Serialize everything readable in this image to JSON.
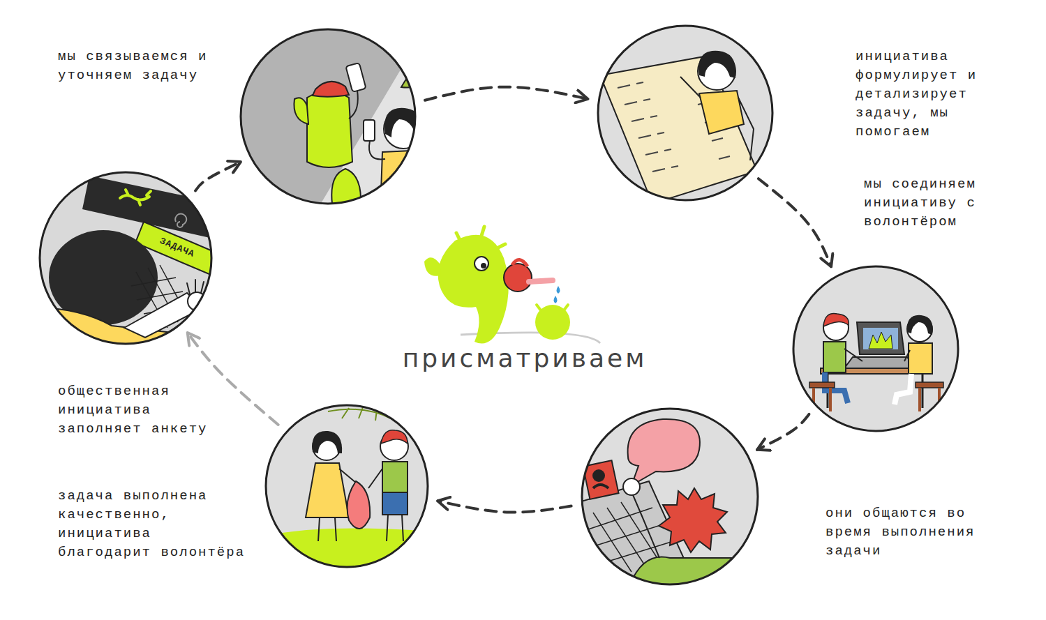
{
  "diagram": {
    "title": "присматриваем",
    "nodes": [
      {
        "text": [
          "общественная инициатива заполняет анкету",
          "ЗАДАЧА"
        ]
      },
      {
        "text": [
          "мы связываемся и уточняем задачу"
        ]
      },
      {
        "text": [
          "инициатива формулирует и детализирует задачу, мы помогаем"
        ]
      },
      {
        "text": [
          "мы соединяем инициативу с волонтёром"
        ]
      },
      {
        "text": [
          "они общаются во время выполнения задачи"
        ]
      },
      {
        "text": [
          "задача выполнена качественно, инициатива благодарит волонтёра"
        ]
      }
    ],
    "edges": [
      {
        "from": 0,
        "to": 1,
        "arrow": "to"
      },
      {
        "from": 1,
        "to": 2,
        "arrow": "to"
      },
      {
        "from": 2,
        "to": 3,
        "arrow": "to"
      },
      {
        "from": 3,
        "to": 4,
        "arrow": "to"
      },
      {
        "from": 4,
        "to": 5,
        "arrow": "to"
      },
      {
        "from": 5,
        "to": 0,
        "arrow": "to"
      }
    ]
  }
}
